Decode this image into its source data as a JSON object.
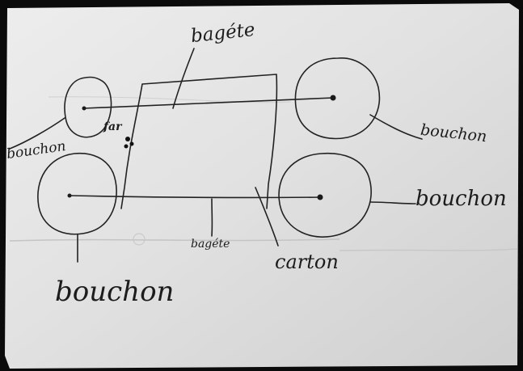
{
  "labels": {
    "bagete_top": "bagéte",
    "far": "far",
    "bouchon_left": "bouchon",
    "bouchon_right_top": "bouchon",
    "bouchon_right_mid": "bouchon",
    "bagete_bottom": "bagéte",
    "carton": "carton",
    "bouchon_bottom": "bouchon"
  },
  "colors": {
    "border": "#0a0a0a",
    "paper": "#d9d9d9",
    "ink": "#1c1c1c"
  }
}
